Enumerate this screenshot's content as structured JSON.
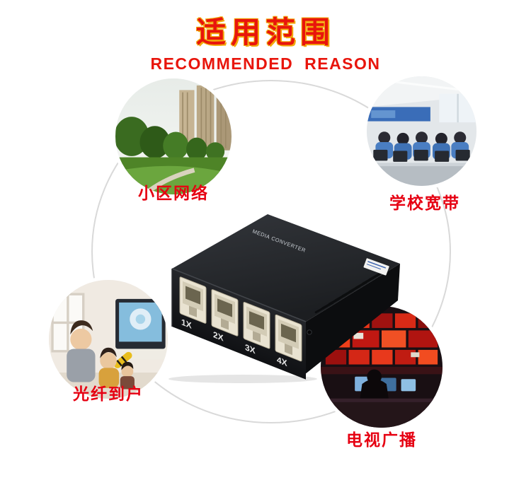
{
  "header": {
    "title": "适用范围",
    "subtitle": "RECOMMENDED REASON"
  },
  "colors": {
    "title_red": "#e8150c",
    "title_gold_outline": "#f2a90a",
    "label_red": "#e60012",
    "connector_gray": "#d9d9d9",
    "device_body": "#1d1f22",
    "port_cream": "#e9e3d1"
  },
  "scenarios": [
    {
      "label": "小区网络"
    },
    {
      "label": "学校宽带"
    },
    {
      "label": "光纤到户"
    },
    {
      "label": "电视广播"
    }
  ],
  "device": {
    "top_text": "MEDIA CONVERTER",
    "ports": [
      "1X",
      "2X",
      "3X",
      "4X"
    ]
  }
}
